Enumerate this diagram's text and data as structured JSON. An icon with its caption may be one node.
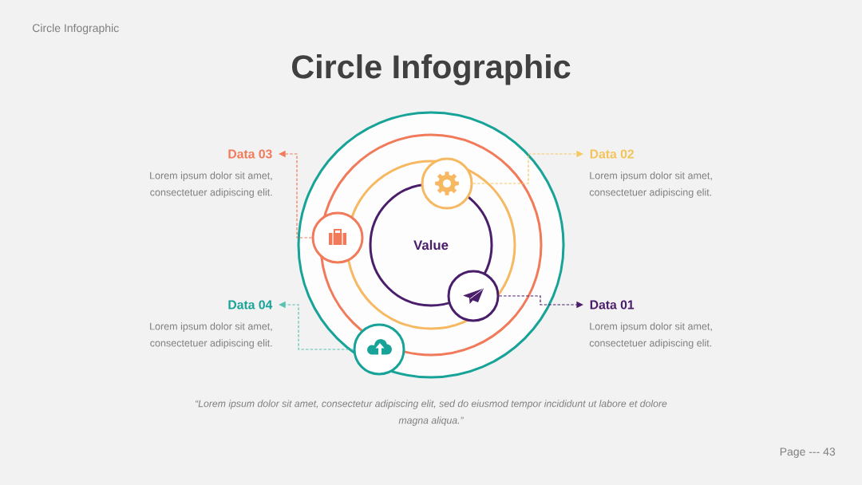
{
  "diagram": {
    "title": "Circle Infographic",
    "nodes": [
      {
        "text": [
          "Data 03",
          "Lorem ipsum dolor sit amet, consectetuer adipiscing elit."
        ]
      },
      {
        "text": [
          "Data 02",
          "Lorem ipsum dolor sit amet, consectetuer adipiscing elit."
        ]
      },
      {
        "text": [],
        "shape": "circle"
      },
      {
        "text": [],
        "shape": "circle"
      },
      {
        "text": [
          "Value"
        ]
      },
      {
        "text": [],
        "shape": "circle"
      },
      {
        "text": [
          "Data 04",
          "Lorem ipsum dolor sit amet, consectetuer adipiscing elit."
        ]
      },
      {
        "text": [
          "Data 01",
          "Lorem ipsum dolor sit amet, consectetuer adipiscing elit."
        ]
      },
      {
        "text": [],
        "shape": "circle"
      }
    ],
    "edges": [
      {
        "from": 2,
        "to": 1,
        "arrow": "to",
        "style": "dashed",
        "color": "#f5c863"
      },
      {
        "from": 3,
        "to": 0,
        "arrow": "to",
        "style": "dashed",
        "color": "#f07a5a"
      },
      {
        "from": 5,
        "to": 7,
        "arrow": "to",
        "style": "dashed",
        "color": "#4a1e6b"
      },
      {
        "from": 8,
        "to": 6,
        "arrow": "to",
        "style": "dashed",
        "color": "#5bbfb3"
      }
    ],
    "labels": [
      "Circle Infographic",
      "“Lorem ipsum dolor sit amet, consectetur adipiscing elit, sed do eiusmod tempor incididunt ut labore et dolore magna aliqua.”",
      "Page --- 43"
    ]
  }
}
